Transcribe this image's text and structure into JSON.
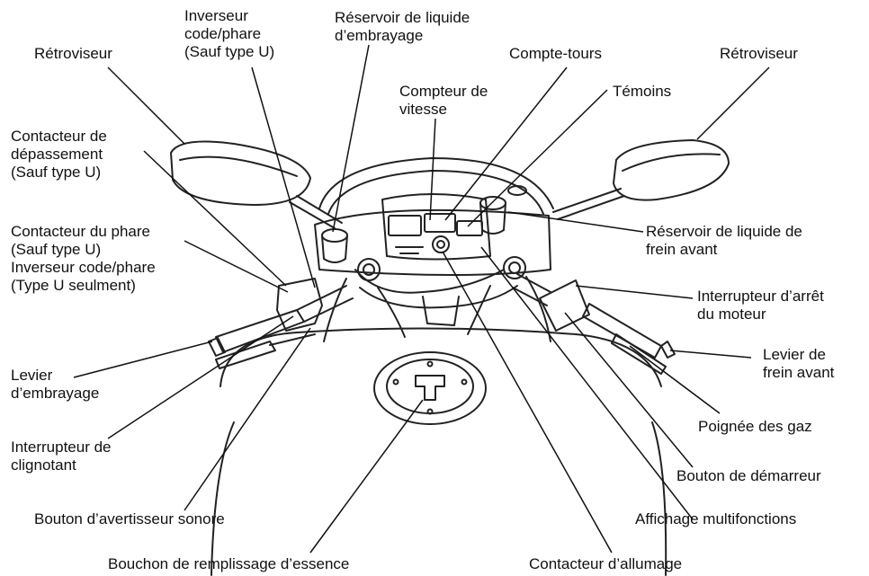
{
  "labels": {
    "retroviseur_left": "Rétroviseur",
    "retroviseur_right": "Rétroviseur",
    "inverseur_top": "Inverseur\ncode/phare\n(Sauf type U)",
    "reservoir_embrayage": "Réservoir de liquide\nd’embrayage",
    "compte_tours": "Compte-tours",
    "compteur_vitesse": "Compteur de\nvitesse",
    "temoins": "Témoins",
    "contacteur_depassement": "Contacteur de\ndépassement\n(Sauf type U)",
    "contacteur_phare": "Contacteur du phare\n(Sauf type U)\nInverseur code/phare\n(Type U seulment)",
    "reservoir_frein": "Réservoir de liquide de\nfrein avant",
    "interrupteur_arret": "Interrupteur d’arrêt\ndu moteur",
    "levier_embrayage": "Levier\nd’embrayage",
    "levier_frein": "Levier de\nfrein avant",
    "poignee_gaz": "Poignée des gaz",
    "interrupteur_clignotant": "Interrupteur de\nclignotant",
    "bouton_demarreur": "Bouton de démarreur",
    "bouton_avertisseur": "Bouton d’avertisseur sonore",
    "affichage_multifonctions": "Affichage multifonctions",
    "bouchon_essence": "Bouchon de remplissage d’essence",
    "contacteur_allumage": "Contacteur d’allumage"
  }
}
